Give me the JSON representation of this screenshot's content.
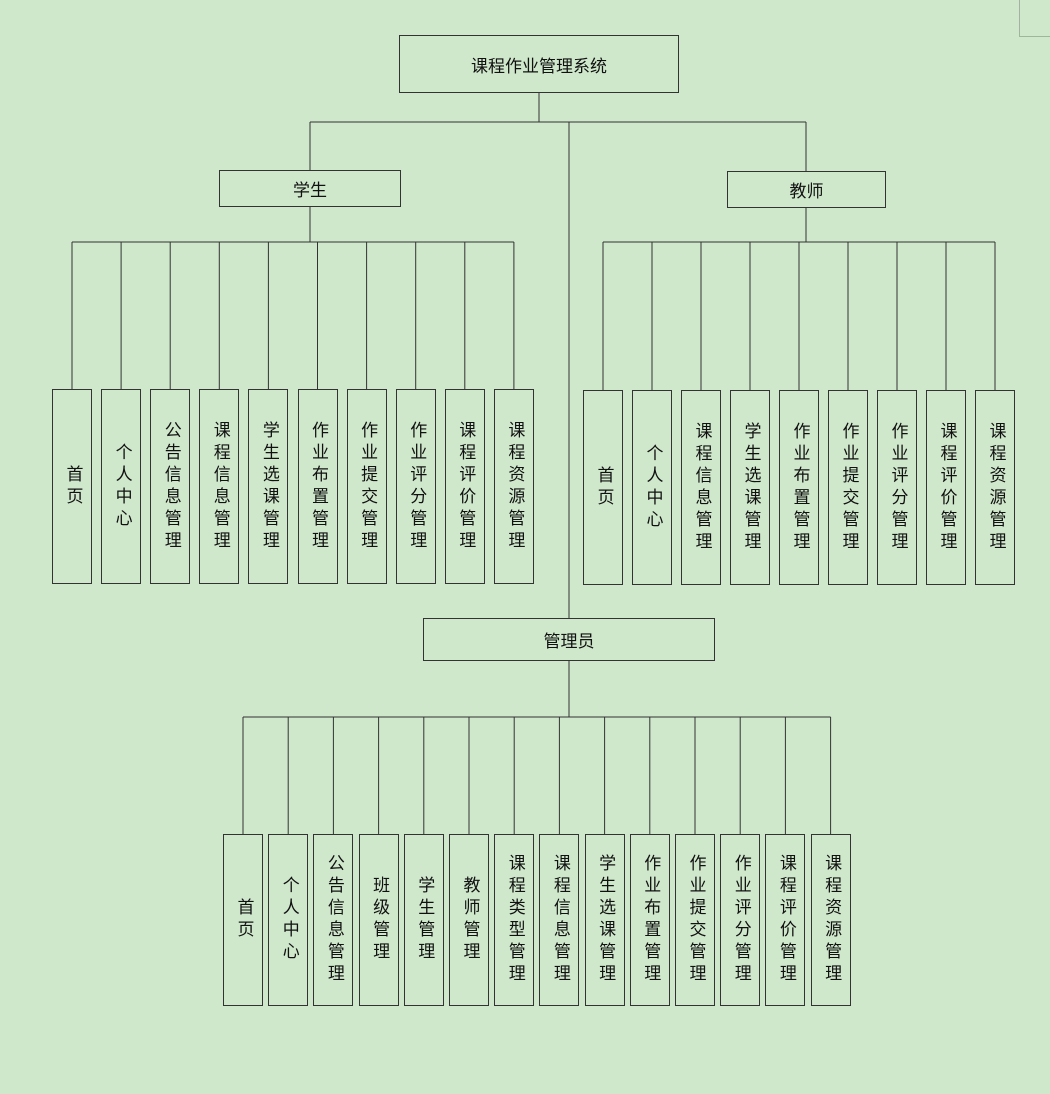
{
  "diagram": {
    "root": "课程作业管理系统",
    "groups": [
      {
        "id": "student",
        "label": "学生",
        "items": [
          "首页",
          "个人中心",
          "公告信息管理",
          "课程信息管理",
          "学生选课管理",
          "作业布置管理",
          "作业提交管理",
          "作业评分管理",
          "课程评价管理",
          "课程资源管理"
        ]
      },
      {
        "id": "teacher",
        "label": "教师",
        "items": [
          "首页",
          "个人中心",
          "课程信息管理",
          "学生选课管理",
          "作业布置管理",
          "作业提交管理",
          "作业评分管理",
          "课程评价管理",
          "课程资源管理"
        ]
      },
      {
        "id": "admin",
        "label": "管理员",
        "items": [
          "首页",
          "个人中心",
          "公告信息管理",
          "班级管理",
          "学生管理",
          "教师管理",
          "课程类型管理",
          "课程信息管理",
          "学生选课管理",
          "作业布置管理",
          "作业提交管理",
          "作业评分管理",
          "课程评价管理",
          "课程资源管理"
        ]
      }
    ]
  }
}
